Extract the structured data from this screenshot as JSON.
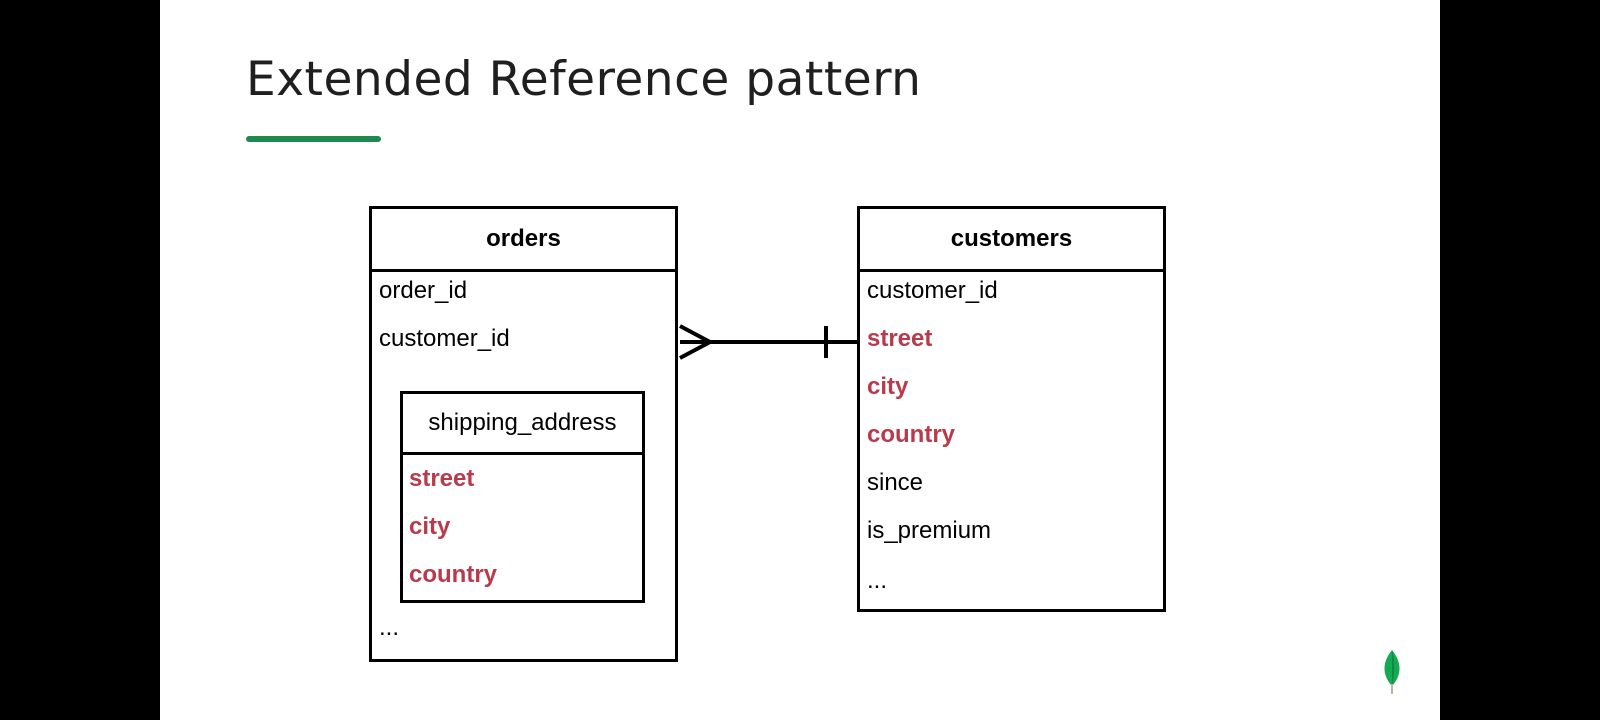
{
  "slide": {
    "title": "Extended Reference pattern",
    "accent_color": "#1e8a4f",
    "highlight_color": "#b83a4b",
    "logo_icon": "mongodb-leaf-icon"
  },
  "orders": {
    "name": "orders",
    "fields": [
      "order_id",
      "customer_id"
    ],
    "embedded": {
      "name": "shipping_address",
      "fields": [
        "street",
        "city",
        "country"
      ]
    },
    "more": "..."
  },
  "customers": {
    "name": "customers",
    "fields": [
      {
        "name": "customer_id",
        "highlighted": false
      },
      {
        "name": "street",
        "highlighted": true
      },
      {
        "name": "city",
        "highlighted": true
      },
      {
        "name": "country",
        "highlighted": true
      },
      {
        "name": "since",
        "highlighted": false
      },
      {
        "name": "is_premium",
        "highlighted": false
      }
    ],
    "more": "..."
  },
  "relationship": {
    "from": "orders.customer_id",
    "to": "customers",
    "from_cardinality": "many",
    "to_cardinality": "one"
  }
}
